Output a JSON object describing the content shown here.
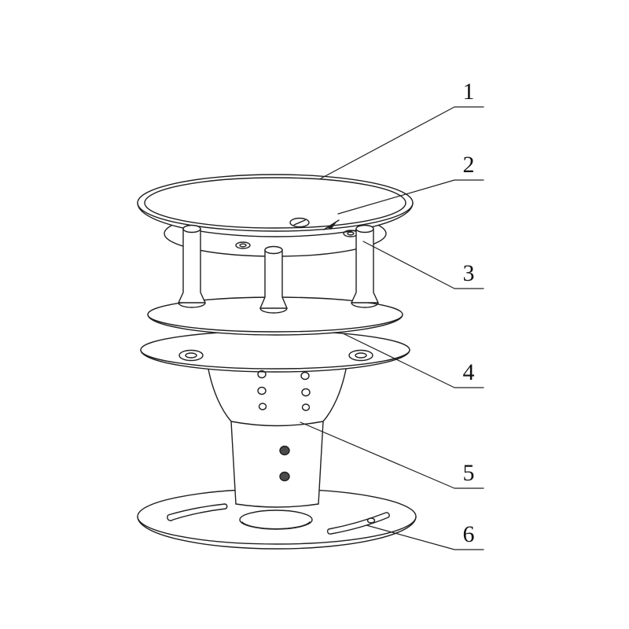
{
  "figure": {
    "background_color": "#ffffff",
    "stroke_color": "#1f1f1f",
    "label_color": "#111111"
  },
  "callouts": [
    {
      "label": "1"
    },
    {
      "label": "2"
    },
    {
      "label": "3"
    },
    {
      "label": "4"
    },
    {
      "label": "5"
    },
    {
      "label": "6"
    }
  ]
}
